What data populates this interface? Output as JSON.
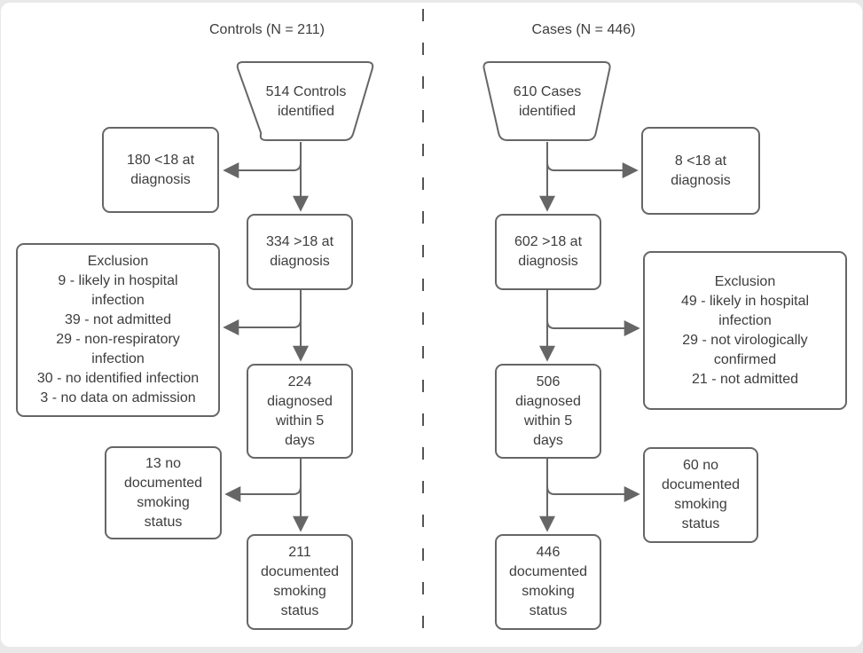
{
  "columns": {
    "controls": {
      "title": "Controls (N = 211)",
      "nodes": {
        "identified": "514 Controls\nidentified",
        "under18": "180 <18 at\ndiagnosis",
        "over18": "334 >18 at\ndiagnosis",
        "exclusion": "Exclusion\n9 - likely in hospital\ninfection\n39 - not admitted\n29 - non-respiratory\ninfection\n30 - no identified infection\n3 - no data on admission",
        "within5days": "224\ndiagnosed\nwithin 5\ndays",
        "no_smoking_status": "13 no\ndocumented\nsmoking\nstatus",
        "documented": "211\ndocumented\nsmoking\nstatus"
      }
    },
    "cases": {
      "title": "Cases (N = 446)",
      "nodes": {
        "identified": "610 Cases\nidentified",
        "under18": "8 <18 at\ndiagnosis",
        "over18": "602 >18 at\ndiagnosis",
        "exclusion": "Exclusion\n49 - likely in hospital\ninfection\n29 - not virologically\nconfirmed\n21 - not admitted",
        "within5days": "506\ndiagnosed\nwithin 5\ndays",
        "no_smoking_status": "60 no\ndocumented\nsmoking\nstatus",
        "documented": "446\ndocumented\nsmoking\nstatus"
      }
    }
  },
  "colors": {
    "box_border": "#666666",
    "text": "#3d3d3d",
    "arrow": "#666666",
    "divider": "#555555",
    "background": "#e9e9e9",
    "card": "#ffffff"
  }
}
